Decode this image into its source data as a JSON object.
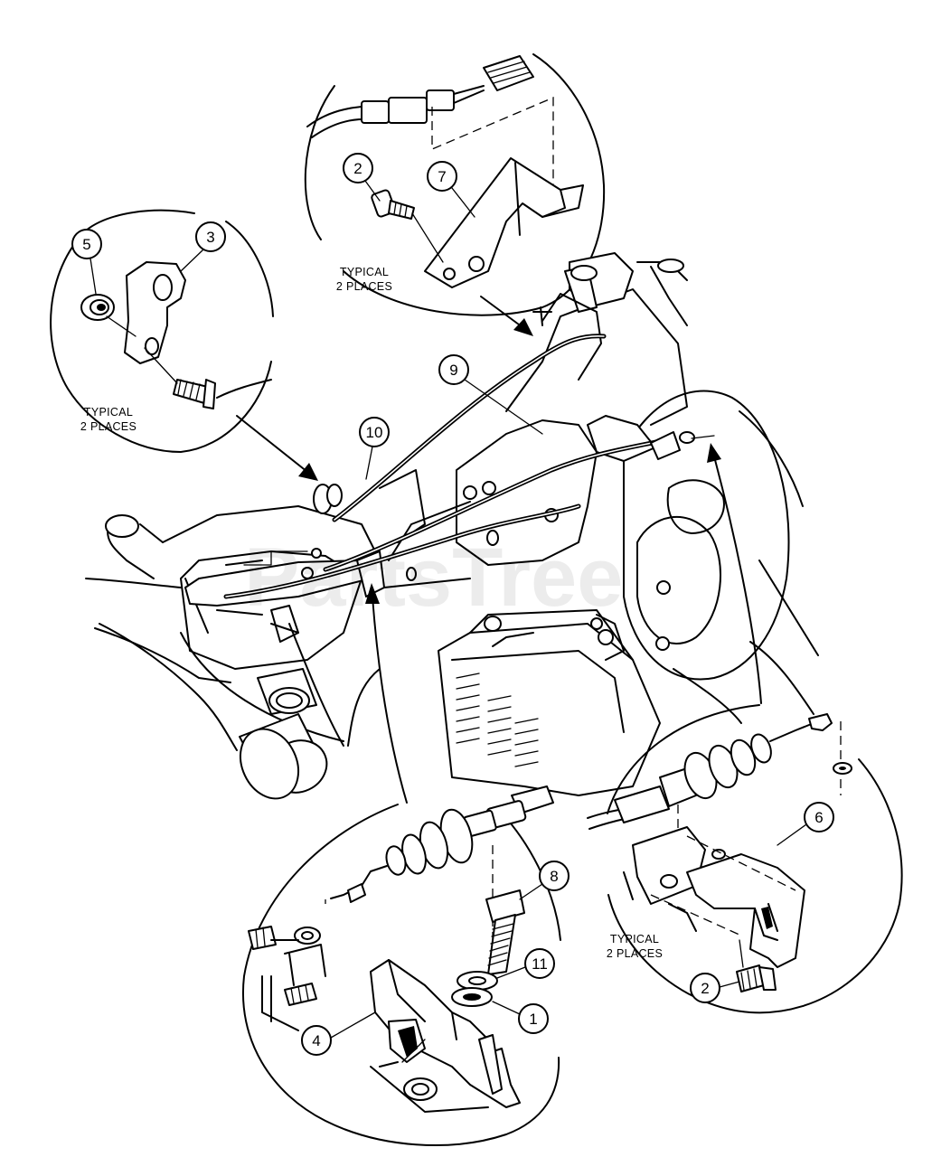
{
  "watermark": "PartsTree",
  "callouts": [
    "1",
    "2",
    "3",
    "4",
    "5",
    "6",
    "7",
    "8",
    "9",
    "10",
    "11",
    "2"
  ],
  "notes": {
    "top_line1": "TYPICAL",
    "top_line2": "2 PLACES",
    "left_line1": "TYPICAL",
    "left_line2": "2 PLACES",
    "right_line1": "TYPICAL",
    "right_line2": "2 PLACES"
  },
  "icons": [
    "cable-bracket",
    "bolt",
    "flange-nut",
    "washer",
    "clevis-pin",
    "engine-block"
  ]
}
